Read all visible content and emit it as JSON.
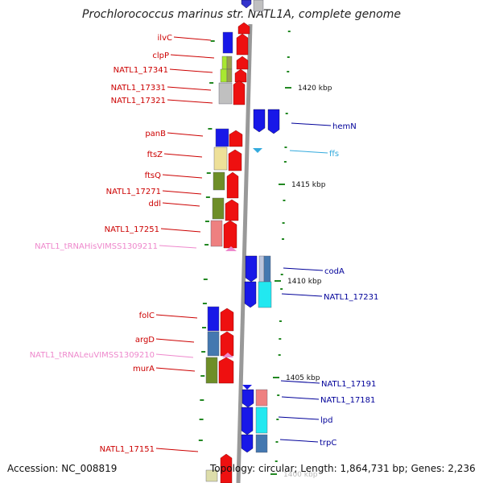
{
  "title": "Prochlorococcus marinus str. NATL1A, complete genome",
  "accession": "Accession: NC_008819",
  "summary": "Topology: circular; Length: 1,864,731 bp; Genes: 2,236",
  "scale_labels": [
    "1420 kbp",
    "1415 kbp",
    "1410 kbp",
    "1405 kbp",
    "1400 kbp"
  ],
  "colors": {
    "left_gene_label": "#cc0000",
    "trna_label": "#ee88cc",
    "right_gene_label": "#000099",
    "right_rna_label": "#33aadd",
    "axis": "#999999",
    "ticks": "#228822"
  },
  "left_genes": [
    {
      "name": "ilvC",
      "kind": "gene"
    },
    {
      "name": "clpP",
      "kind": "gene"
    },
    {
      "name": "NATL1_17341",
      "kind": "gene"
    },
    {
      "name": "NATL1_17331",
      "kind": "gene"
    },
    {
      "name": "NATL1_17321",
      "kind": "gene"
    },
    {
      "name": "panB",
      "kind": "gene"
    },
    {
      "name": "ftsZ",
      "kind": "gene"
    },
    {
      "name": "ftsQ",
      "kind": "gene"
    },
    {
      "name": "NATL1_17271",
      "kind": "gene"
    },
    {
      "name": "ddl",
      "kind": "gene"
    },
    {
      "name": "NATL1_17251",
      "kind": "gene"
    },
    {
      "name": "NATL1_tRNAHisVIMSS1309211",
      "kind": "trna"
    },
    {
      "name": "folC",
      "kind": "gene"
    },
    {
      "name": "argD",
      "kind": "gene"
    },
    {
      "name": "NATL1_tRNALeuVIMSS1309210",
      "kind": "trna"
    },
    {
      "name": "murA",
      "kind": "gene"
    },
    {
      "name": "NATL1_17151",
      "kind": "gene"
    }
  ],
  "right_genes": [
    {
      "name": "hemN",
      "kind": "gene"
    },
    {
      "name": "ffs",
      "kind": "rna"
    },
    {
      "name": "codA",
      "kind": "gene"
    },
    {
      "name": "NATL1_17231",
      "kind": "gene"
    },
    {
      "name": "NATL1_17191",
      "kind": "gene"
    },
    {
      "name": "NATL1_17181",
      "kind": "gene"
    },
    {
      "name": "lpd",
      "kind": "gene"
    },
    {
      "name": "trpC",
      "kind": "gene"
    }
  ]
}
